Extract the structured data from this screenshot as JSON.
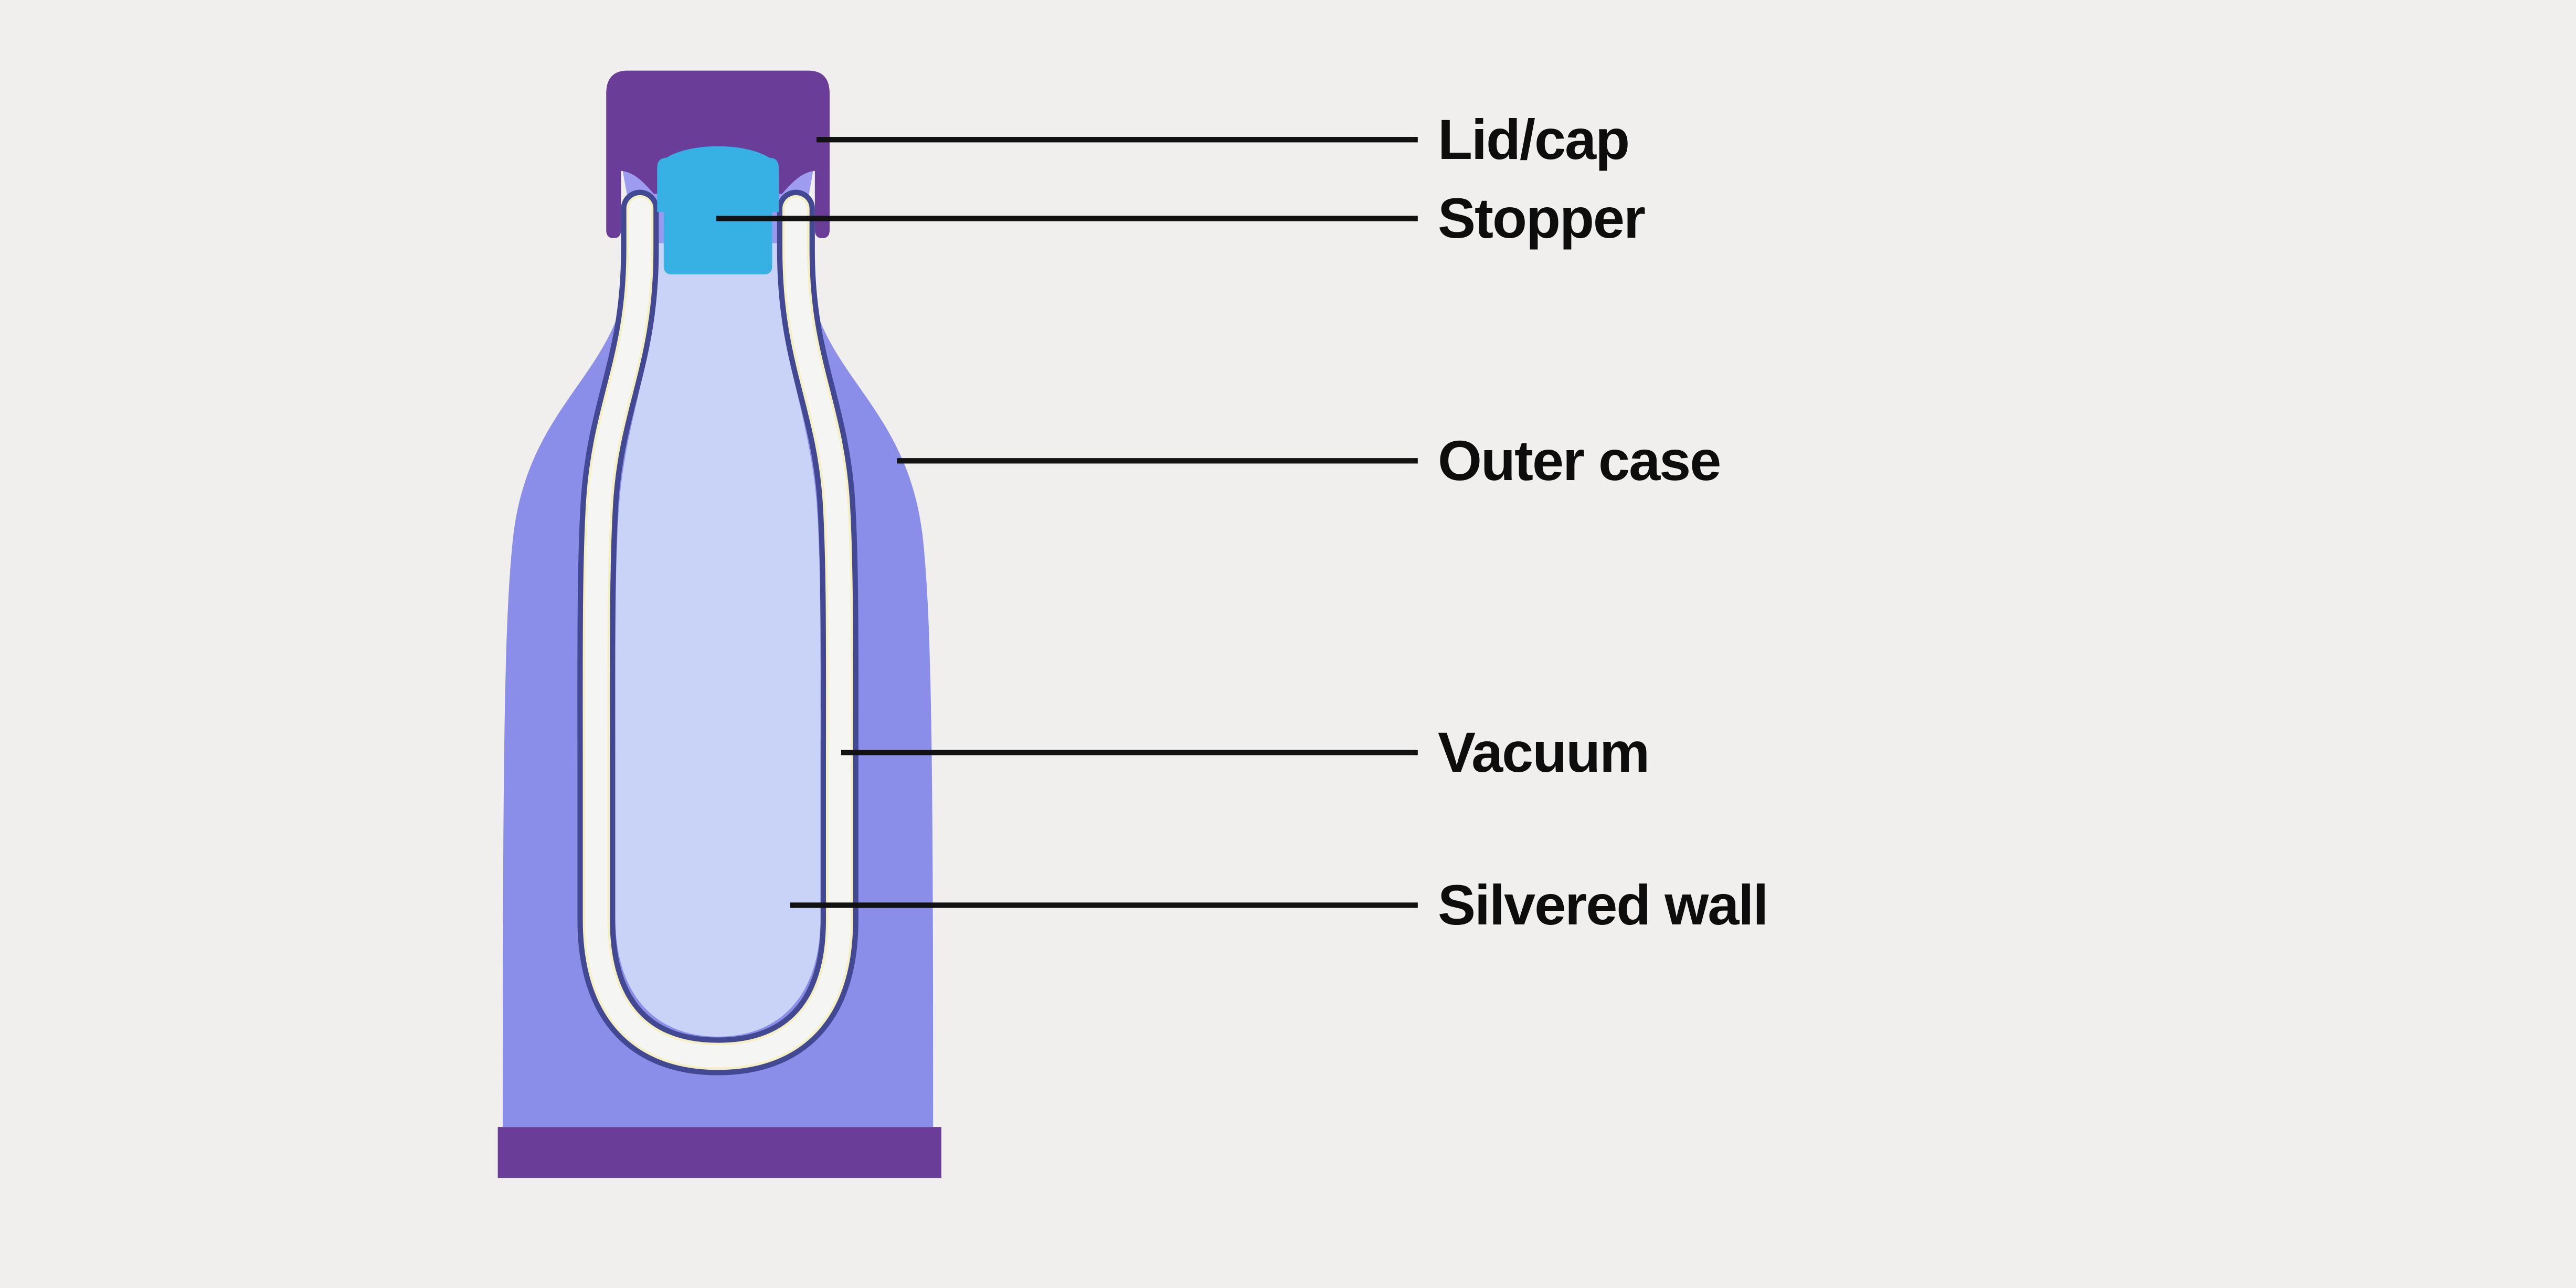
{
  "diagram": {
    "labels": [
      {
        "id": "lid-cap",
        "text": "Lid/cap"
      },
      {
        "id": "stopper",
        "text": "Stopper"
      },
      {
        "id": "outer-case",
        "text": "Outer case"
      },
      {
        "id": "vacuum",
        "text": "Vacuum"
      },
      {
        "id": "silvered-wall",
        "text": "Silvered wall"
      }
    ],
    "colors": {
      "background": "#F0EFEE",
      "lid": "#6A3D98",
      "base": "#6A3D98",
      "collar": "#A09EF1",
      "outer_case": "#8B8EE8",
      "wall_outline": "#434893",
      "wall_highlight": "#F5F0C4",
      "vacuum_gap": "#F5F5F4",
      "inner_fill": "#C9D3F8",
      "stopper": "#37B1E4",
      "leader_line": "#121212",
      "label_text": "#0D0D0D"
    }
  }
}
